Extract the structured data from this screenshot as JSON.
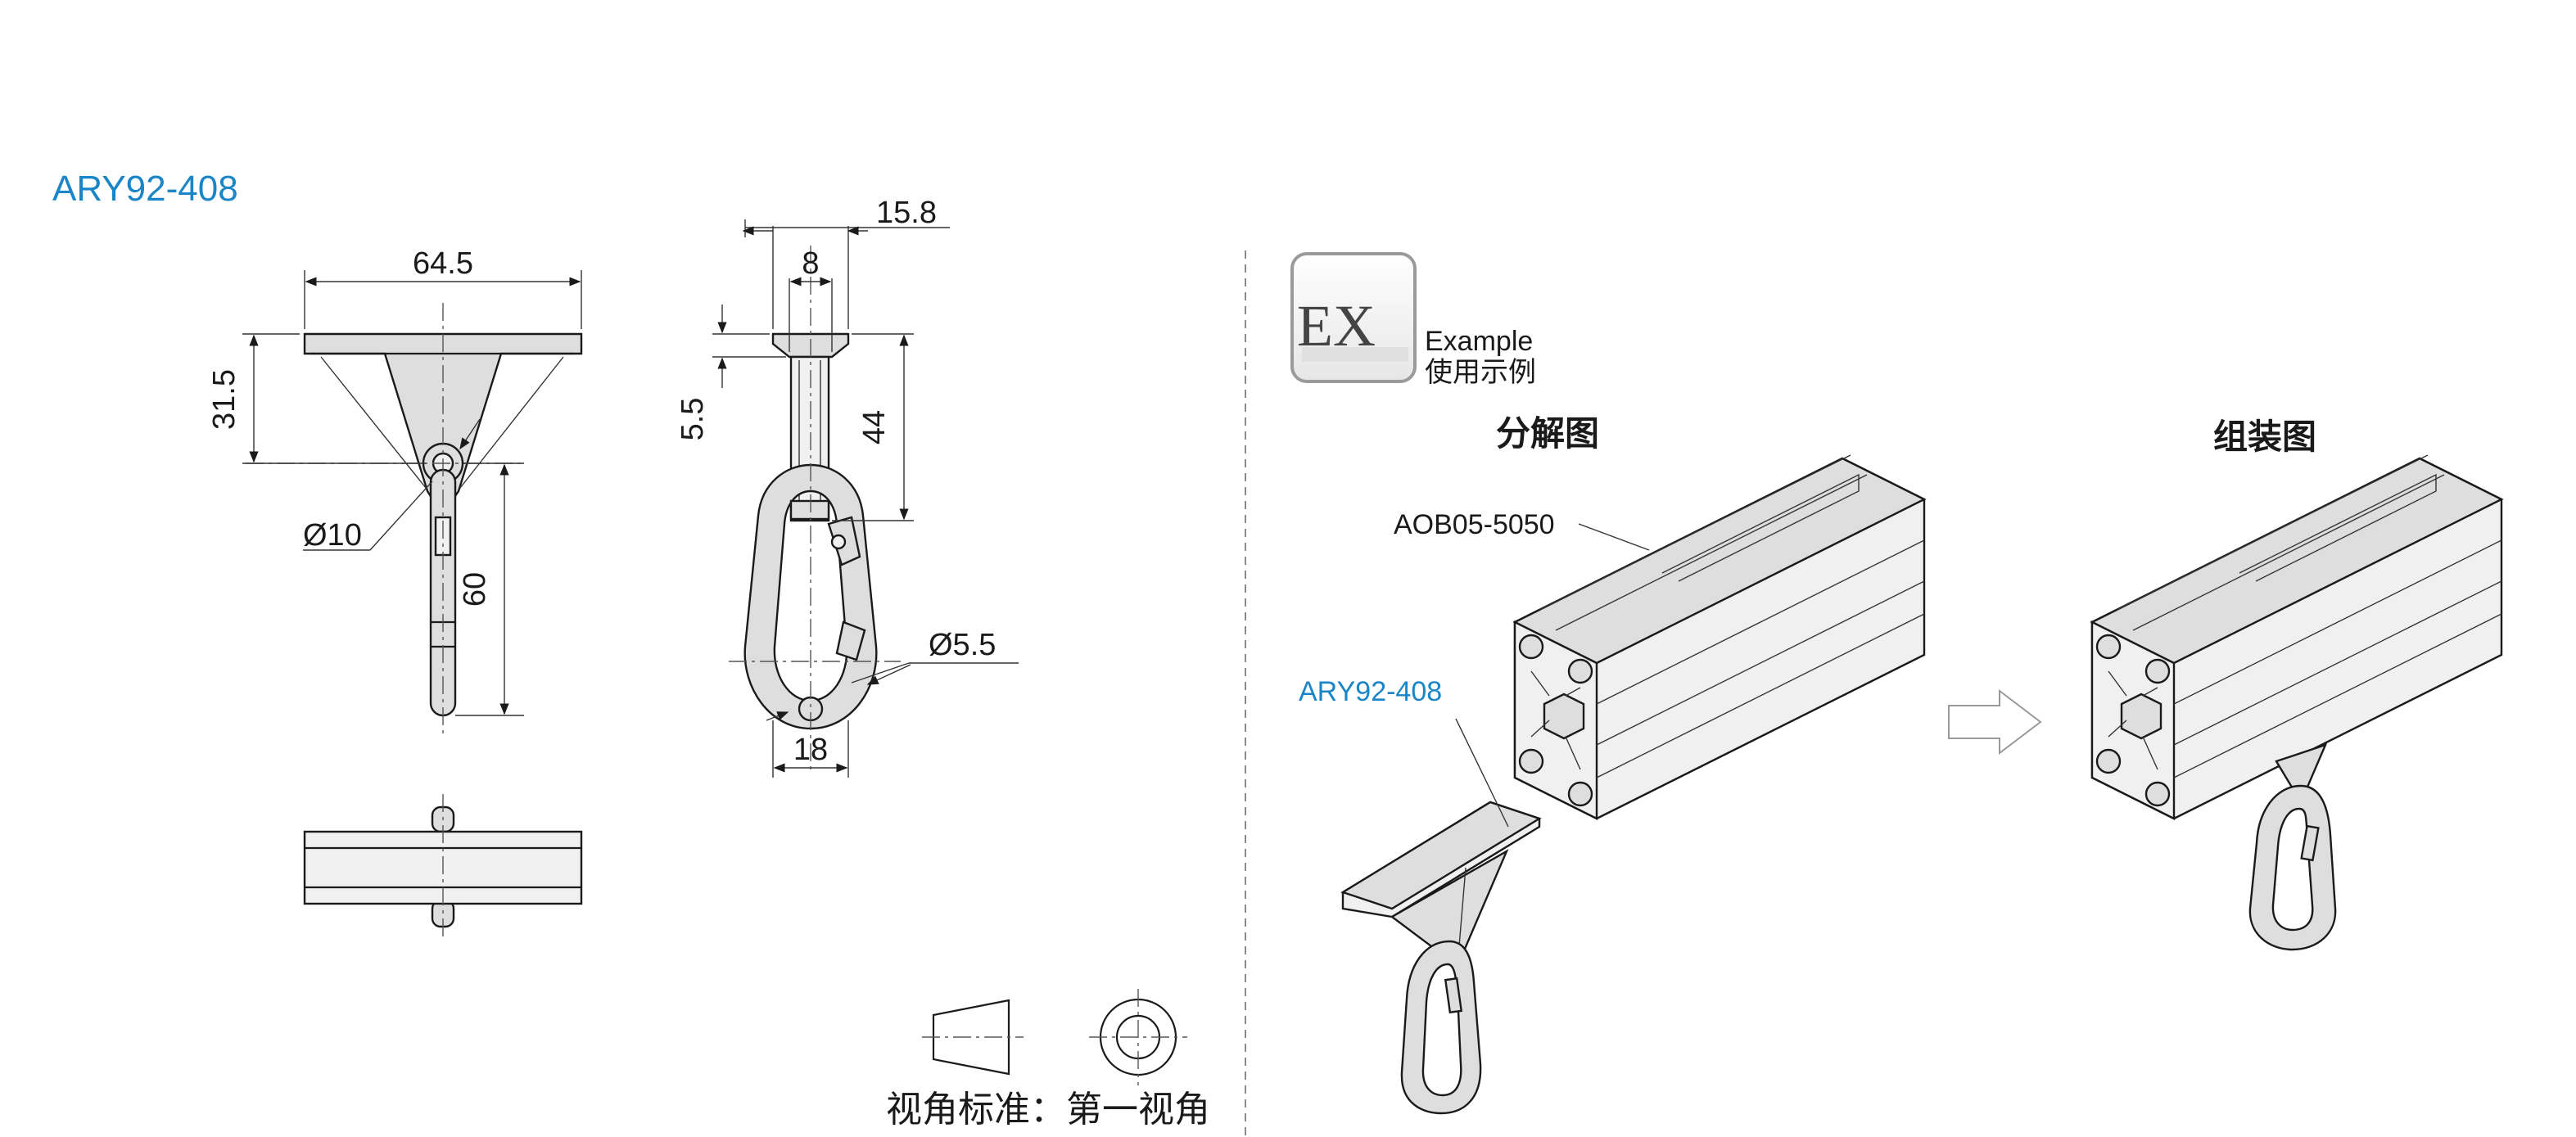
{
  "drawing": {
    "part_code": "ARY92-408",
    "dimensions": {
      "front_width": "64.5",
      "front_height": "31.5",
      "ring_diameter": "Ø10",
      "hook_length": "60",
      "side_top_width": "15.8",
      "side_slot": "8",
      "side_depth": "5.5",
      "side_height": "44",
      "wire_diameter": "Ø5.5",
      "hook_width": "18"
    },
    "projection_label": "视角标准：第一视角"
  },
  "example": {
    "badge_text": "EX",
    "label_en": "Example",
    "label_cn": "使用示例",
    "exploded_title": "分解图",
    "assembled_title": "组装图",
    "profile_code": "AOB05-5050",
    "part_code": "ARY92-408"
  },
  "colors": {
    "accent_blue": "#1a86c8",
    "line": "#1a1a1a",
    "fill_grey": "#dedede"
  }
}
